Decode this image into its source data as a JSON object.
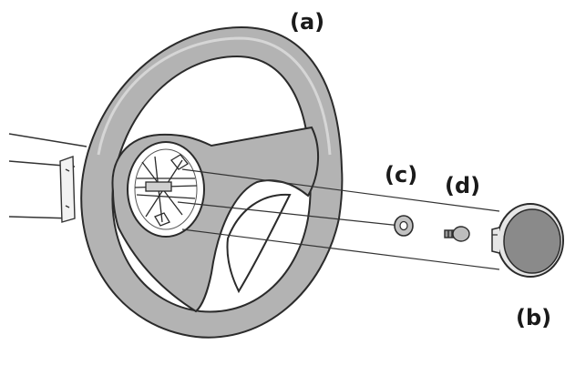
{
  "labels": {
    "wheel": "(a)",
    "cap": "(b)",
    "washer": "(c)",
    "screw": "(d)"
  },
  "colors": {
    "wheel_fill": "#b3b3b3",
    "wheel_stroke": "#2b2b2b",
    "cap_fill": "#8a8a8a",
    "rim_fill": "#e6e6e6",
    "line": "#333333",
    "label": "#1a1a1a"
  }
}
